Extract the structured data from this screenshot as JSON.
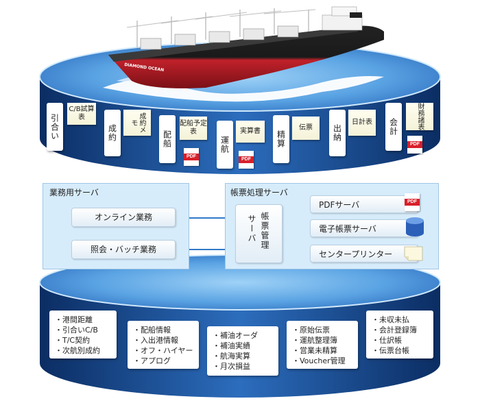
{
  "ship": {
    "name": "DIAMOND OCEAN"
  },
  "top_labels": [
    {
      "label": "引合い",
      "doc": "C/B試算表"
    },
    {
      "label": "成約",
      "doc": "成約メモ"
    },
    {
      "label": "配船",
      "doc": "配船予定表",
      "pdf": "PDF"
    },
    {
      "label": "運航",
      "doc": "実算書",
      "pdf": "PDF"
    },
    {
      "label": "精算",
      "doc": "伝票"
    },
    {
      "label": "出納",
      "doc": "日計表"
    },
    {
      "label": "会計",
      "doc": "財務諸表",
      "pdf": "PDF"
    }
  ],
  "business_server": {
    "title": "業務用サーバ",
    "items": [
      "オンライン業務",
      "照会・バッチ業務"
    ]
  },
  "form_server": {
    "title": "帳票処理サーバ",
    "manager": [
      "帳票管理",
      "サーバ"
    ],
    "outputs": [
      {
        "label": "PDFサーバ",
        "icon": "pdf-icon",
        "badge": "PDF"
      },
      {
        "label": "電子帳票サーバ",
        "icon": "database-icon"
      },
      {
        "label": "センタープリンター",
        "icon": "paper-icon"
      }
    ]
  },
  "bottom_lists": [
    [
      "・港間距離",
      "・引合いC/B",
      "・T/C契約",
      "・次航別成約"
    ],
    [
      "・配船情報",
      "・入出港情報",
      "・オフ・ハイヤー",
      "・アプログ"
    ],
    [
      "・補油オーダ",
      "・補油実績",
      "・航海実算",
      "・月次損益"
    ],
    [
      "・原始伝票",
      "・運航整理簿",
      "・営業未精算",
      "・Voucher管理"
    ],
    [
      "・未収未払",
      "・会計登録簿",
      "・仕訳帳",
      "・伝票台帳"
    ]
  ],
  "colors": {
    "disc_dark": "#0d3a7a",
    "disc_mid": "#2f6fbe",
    "disc_light": "#6fb0ea",
    "server_bg": "#d7ecfb",
    "arrow": "#2f78c8",
    "pdf_red": "#d8202a"
  }
}
